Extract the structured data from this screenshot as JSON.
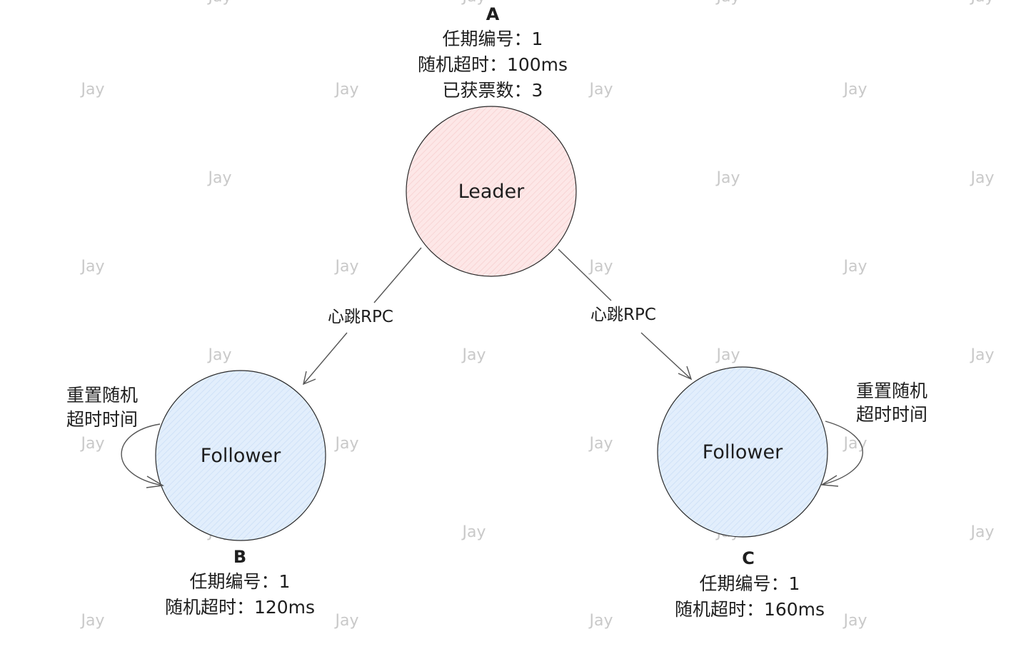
{
  "watermark": "Jay",
  "nodes": {
    "a": {
      "name": "A",
      "label": "Leader",
      "term_line": "任期编号：1",
      "timeout_line": "随机超时：100ms",
      "votes_line": "已获票数：3",
      "fill": "#fde7e7"
    },
    "b": {
      "name": "B",
      "label": "Follower",
      "term_line": "任期编号：1",
      "timeout_line": "随机超时：120ms",
      "fill": "#e2eefc"
    },
    "c": {
      "name": "C",
      "label": "Follower",
      "term_line": "任期编号：1",
      "timeout_line": "随机超时：160ms",
      "fill": "#e2eefc"
    }
  },
  "edges": {
    "a_to_b": {
      "label": "心跳RPC"
    },
    "a_to_c": {
      "label": "心跳RPC"
    }
  },
  "loops": {
    "b": {
      "line1": "重置随机",
      "line2": "超时时间"
    },
    "c": {
      "line1": "重置随机",
      "line2": "超时时间"
    }
  }
}
